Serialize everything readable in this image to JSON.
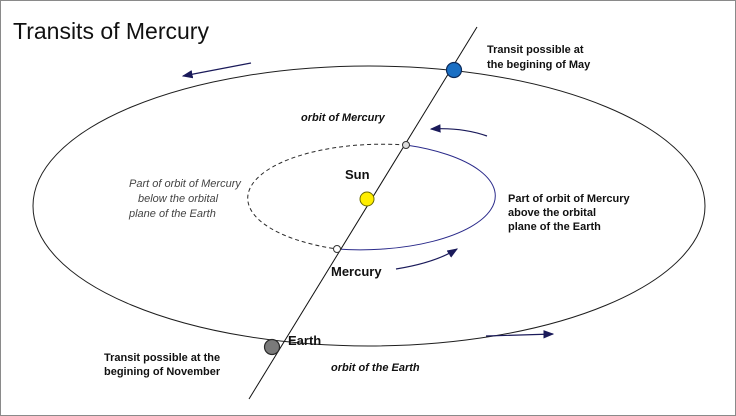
{
  "title": "Transits of Mercury",
  "labels": {
    "may_line1": "Transit possible at",
    "may_line2": "the begining of May",
    "nov_line1": "Transit possible at the",
    "nov_line2": "begining of November",
    "orbit_mercury": "orbit of Mercury",
    "orbit_earth": "orbit of the Earth",
    "sun": "Sun",
    "mercury": "Mercury",
    "earth": "Earth",
    "below_1": "Part of orbit of Mercury",
    "below_2": "below the orbital",
    "below_3": "plane of the Earth",
    "above_1": "Part of orbit of Mercury",
    "above_2": "above the orbital",
    "above_3": "plane of the Earth"
  },
  "colors": {
    "may_node": "#1a6fc4",
    "sun": "#ffee00",
    "earth": "#7a7a7a",
    "mercury_orbit_above": "#2a2a8a",
    "arrow": "#1a1a5a"
  }
}
